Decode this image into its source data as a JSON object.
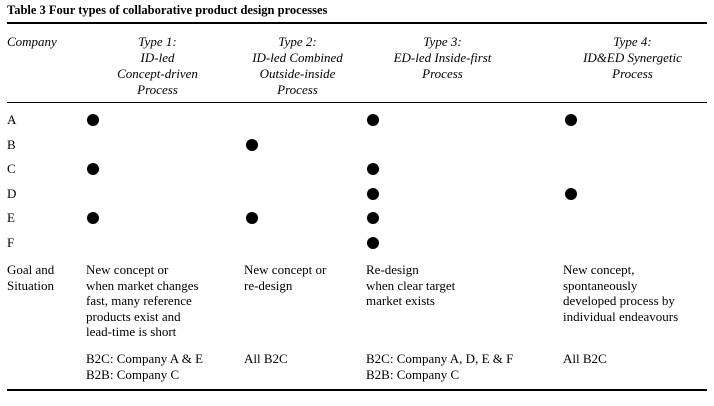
{
  "caption": "Table 3 Four types of collaborative product design processes",
  "headers": {
    "company": "Company",
    "type1": [
      "Type 1:",
      "ID-led",
      "Concept-driven",
      "Process"
    ],
    "type2": [
      "Type 2:",
      "ID-led Combined",
      "Outside-inside",
      "Process"
    ],
    "type3": [
      "Type 3:",
      "ED-led Inside-first",
      "Process"
    ],
    "type4": [
      "Type 4:",
      "ID&ED Synergetic",
      "Process"
    ]
  },
  "companies": [
    "A",
    "B",
    "C",
    "D",
    "E",
    "F"
  ],
  "marks": {
    "A": [
      true,
      false,
      true,
      true
    ],
    "B": [
      false,
      true,
      false,
      false
    ],
    "C": [
      true,
      false,
      true,
      false
    ],
    "D": [
      false,
      false,
      true,
      true
    ],
    "E": [
      true,
      true,
      true,
      false
    ],
    "F": [
      false,
      false,
      true,
      false
    ]
  },
  "goal": {
    "label": [
      "Goal and",
      "Situation"
    ],
    "type1": [
      "New concept or",
      "when market changes",
      "fast, many reference",
      "products exist and",
      "lead-time is short"
    ],
    "type2": [
      "New concept or",
      "re-design"
    ],
    "type3": [
      "Re-design",
      "when clear target",
      "market exists"
    ],
    "type4": [
      "New concept,",
      "spontaneously",
      "developed process by",
      "individual endeavours"
    ]
  },
  "market": {
    "type1": [
      "B2C: Company A & E",
      "B2B: Company C"
    ],
    "type2": [
      "All B2C"
    ],
    "type3": [
      "B2C: Company A, D, E & F",
      "B2B: Company C"
    ],
    "type4": [
      "All B2C"
    ]
  }
}
